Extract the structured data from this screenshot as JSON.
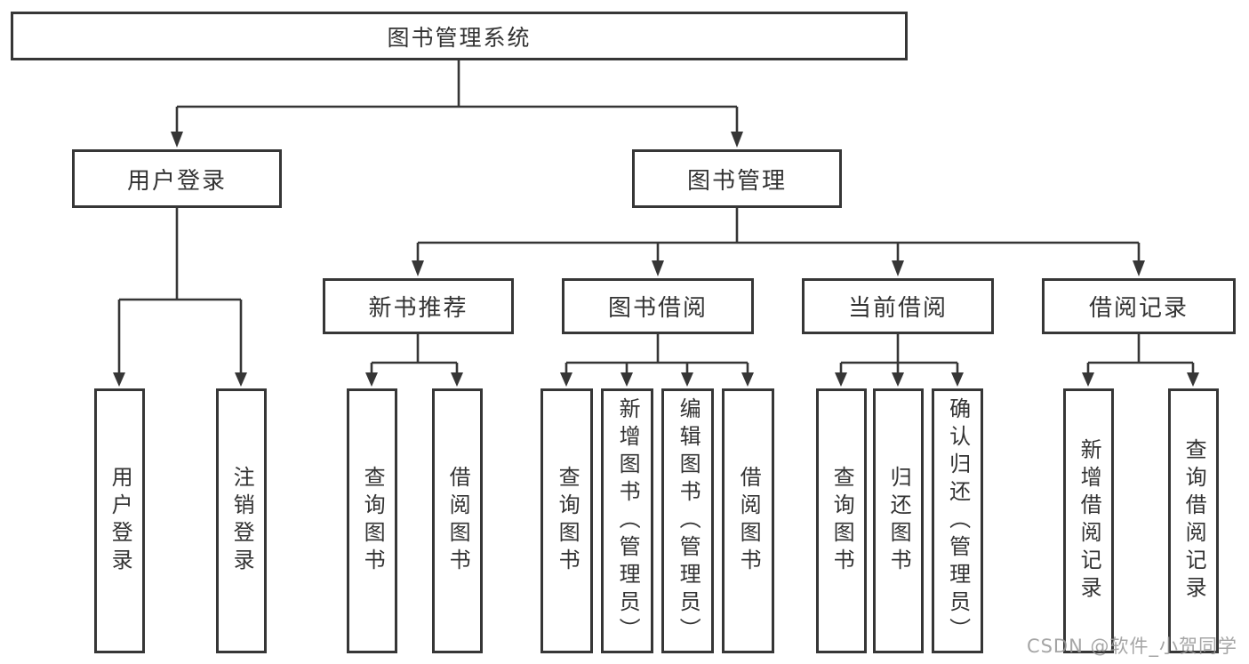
{
  "diagram": {
    "root": {
      "label": "图书管理系统"
    },
    "branches": [
      {
        "label": "用户登录",
        "children": [
          {
            "label": "用户登录"
          },
          {
            "label": "注销登录"
          }
        ]
      },
      {
        "label": "图书管理",
        "children": [
          {
            "label": "新书推荐",
            "children": [
              {
                "label": "查询图书"
              },
              {
                "label": "借阅图书"
              }
            ]
          },
          {
            "label": "图书借阅",
            "children": [
              {
                "label": "查询图书"
              },
              {
                "label": "新增图书（管理员）"
              },
              {
                "label": "编辑图书（管理员）"
              },
              {
                "label": "借阅图书"
              }
            ]
          },
          {
            "label": "当前借阅",
            "children": [
              {
                "label": "查询图书"
              },
              {
                "label": "归还图书"
              },
              {
                "label": "确认归还（管理员）"
              }
            ]
          },
          {
            "label": "借阅记录",
            "children": [
              {
                "label": "新增借阅记录"
              },
              {
                "label": "查询借阅记录"
              }
            ]
          }
        ]
      }
    ],
    "watermark": "CSDN @软件_小贺同学"
  },
  "colors": {
    "line": "#363636",
    "text": "#333333",
    "box_background": "#ffffff",
    "watermark": "#989898"
  }
}
